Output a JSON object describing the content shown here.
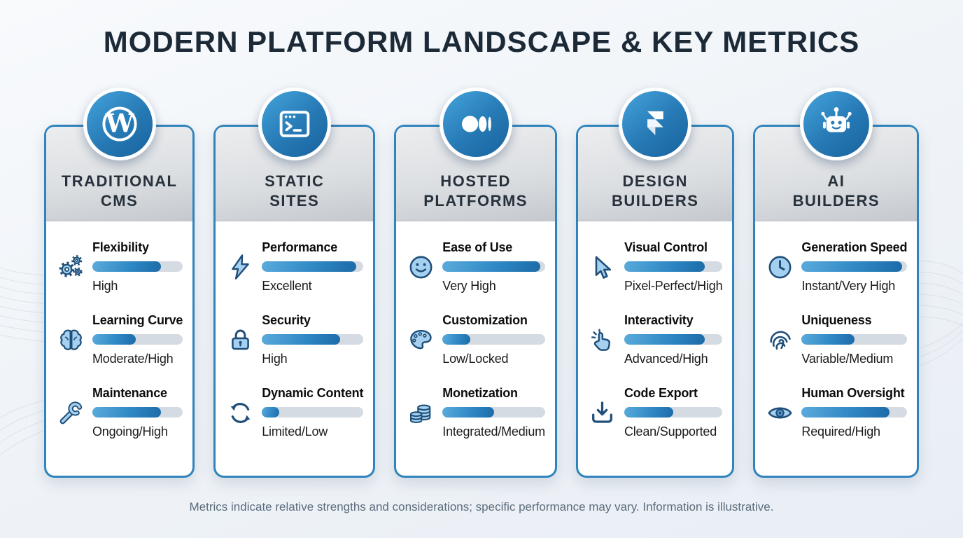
{
  "title": "MODERN PLATFORM LANDSCAPE & KEY METRICS",
  "footnote": "Metrics indicate relative strengths and considerations; specific performance may vary. Information is illustrative.",
  "colors": {
    "accent_blue": "#2f84bd",
    "bar_track": "#d5dbe2",
    "bar_fill_dark": "#1c6ba8",
    "bar_fill_light": "#5aabdc",
    "header_gray": "#c5c9ce",
    "title_text": "#1c2a38"
  },
  "columns": [
    {
      "icon": "wordpress-icon",
      "title_lines": [
        "TRADITIONAL",
        "CMS"
      ],
      "metrics": [
        {
          "icon": "gears-icon",
          "label": "Flexibility",
          "percent": 76,
          "value": "High"
        },
        {
          "icon": "brain-icon",
          "label": "Learning Curve",
          "percent": 48,
          "value": "Moderate/High"
        },
        {
          "icon": "wrench-icon",
          "label": "Maintenance",
          "percent": 76,
          "value": "Ongoing/High"
        }
      ]
    },
    {
      "icon": "terminal-icon",
      "title_lines": [
        "STATIC",
        "SITES"
      ],
      "metrics": [
        {
          "icon": "lightning-icon",
          "label": "Performance",
          "percent": 93,
          "value": "Excellent"
        },
        {
          "icon": "lock-icon",
          "label": "Security",
          "percent": 77,
          "value": "High"
        },
        {
          "icon": "refresh-icon",
          "label": "Dynamic Content",
          "percent": 17,
          "value": "Limited/Low"
        }
      ]
    },
    {
      "icon": "medium-icon",
      "title_lines": [
        "HOSTED",
        "PLATFORMS"
      ],
      "metrics": [
        {
          "icon": "smiley-icon",
          "label": "Ease of Use",
          "percent": 95,
          "value": "Very High"
        },
        {
          "icon": "palette-icon",
          "label": "Customization",
          "percent": 27,
          "value": "Low/Locked"
        },
        {
          "icon": "coins-icon",
          "label": "Monetization",
          "percent": 50,
          "value": "Integrated/Medium"
        }
      ]
    },
    {
      "icon": "framer-icon",
      "title_lines": [
        "DESIGN",
        "BUILDERS"
      ],
      "metrics": [
        {
          "icon": "cursor-icon",
          "label": "Visual Control",
          "percent": 82,
          "value": "Pixel-Perfect/High"
        },
        {
          "icon": "tap-icon",
          "label": "Interactivity",
          "percent": 82,
          "value": "Advanced/High"
        },
        {
          "icon": "download-icon",
          "label": "Code Export",
          "percent": 50,
          "value": "Clean/Supported"
        }
      ]
    },
    {
      "icon": "robot-icon",
      "title_lines": [
        "AI",
        "BUILDERS"
      ],
      "metrics": [
        {
          "icon": "clock-icon",
          "label": "Generation Speed",
          "percent": 95,
          "value": "Instant/Very High"
        },
        {
          "icon": "fingerprint-icon",
          "label": "Uniqueness",
          "percent": 50,
          "value": "Variable/Medium"
        },
        {
          "icon": "eye-icon",
          "label": "Human Oversight",
          "percent": 83,
          "value": "Required/High"
        }
      ]
    }
  ]
}
